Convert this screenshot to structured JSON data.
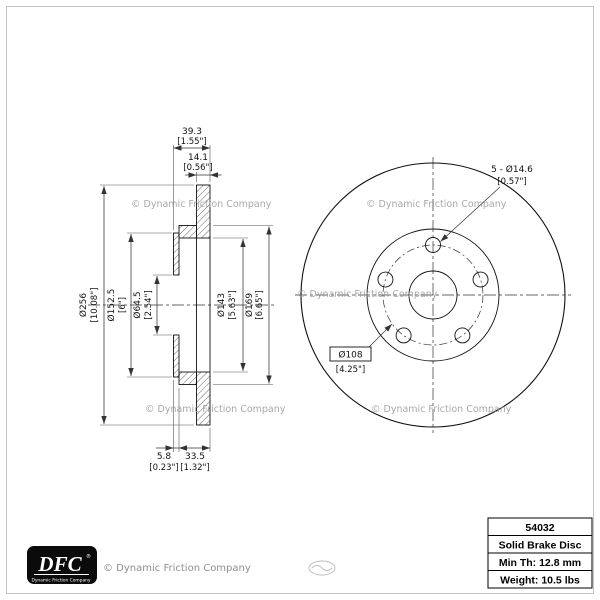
{
  "watermark": {
    "text": "© Dynamic Friction Company"
  },
  "section": {
    "overall_width_mm": "39.3",
    "overall_width_in": "[1.55\"]",
    "disc_thickness_mm": "14.1",
    "disc_thickness_in": "[0.56\"]",
    "outer_dia_mm": "Ø256",
    "outer_dia_in": "[10.08\"]",
    "hat_dia_mm": "Ø152.5",
    "hat_dia_in": "[6\"]",
    "bore_dia_mm": "Ø64.5",
    "bore_dia_in": "[2.54\"]",
    "inner_dia_mm": "Ø143",
    "inner_dia_in": "[5.63\"]",
    "step_dia_mm": "Ø169",
    "step_dia_in": "[6.65\"]",
    "flange_th_mm": "5.8",
    "flange_th_in": "[0.23\"]",
    "hat_depth_mm": "33.5",
    "hat_depth_in": "[1.32\"]"
  },
  "front": {
    "bolt_pattern_mm": "5 - Ø14.6",
    "bolt_pattern_in": "[0.57\"]",
    "bolt_circle_mm": "Ø108",
    "bolt_circle_in": "[4.25\"]"
  },
  "title_block": {
    "part_number": "54032",
    "description": "Solid Brake Disc",
    "min_thickness": "Min Th: 12.8 mm",
    "weight": "Weight: 10.5 lbs"
  },
  "logo": {
    "abbr": "DFC",
    "reg": "®",
    "tagline": "Dynamic Friction Company",
    "copyright": "© Dynamic Friction Company"
  }
}
